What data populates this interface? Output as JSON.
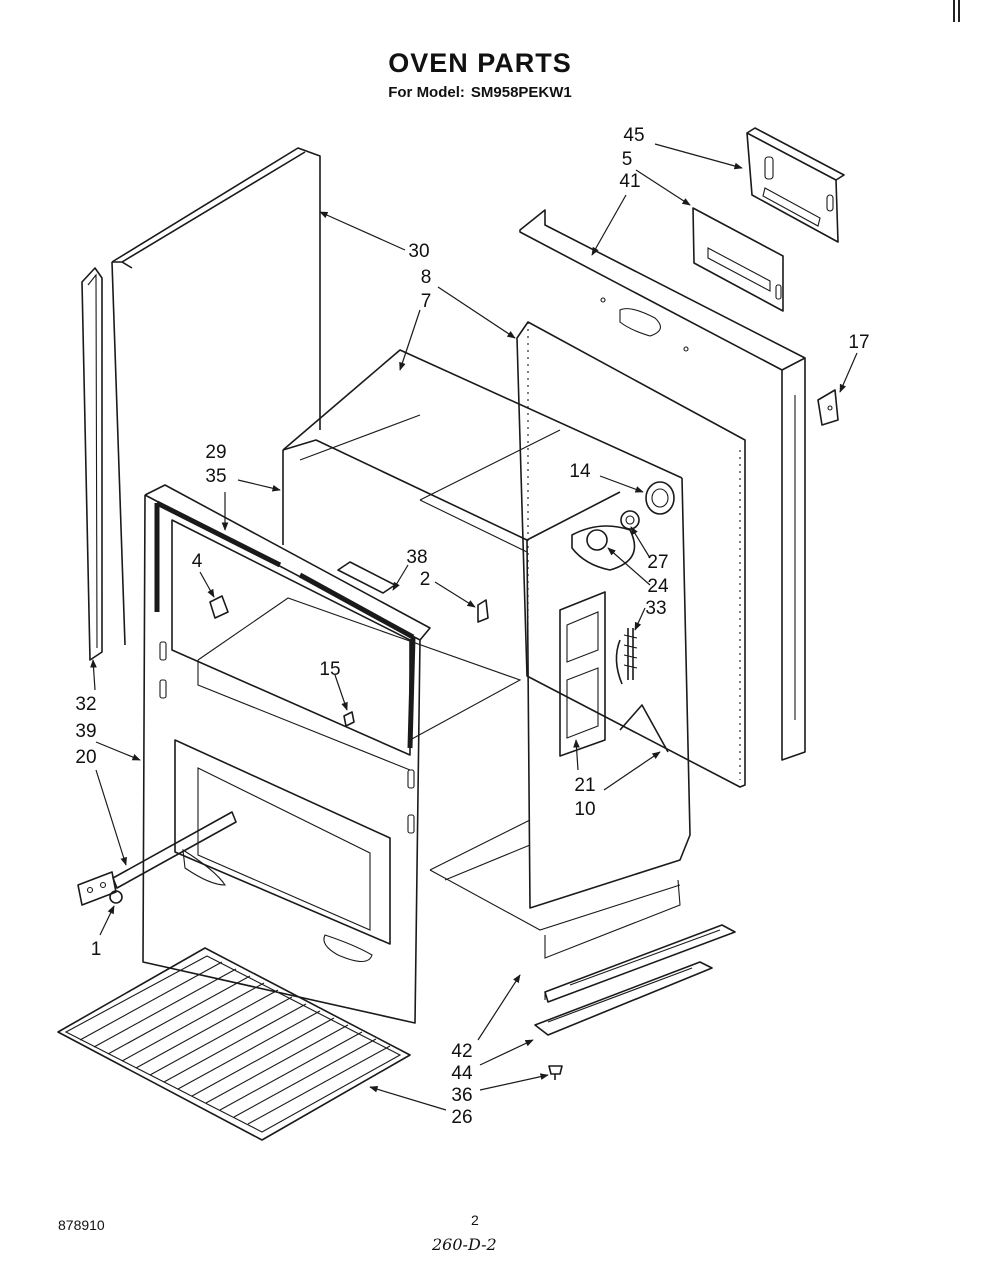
{
  "title": "OVEN PARTS",
  "subtitle": {
    "prefix": "For Model:",
    "model": "SM958PEKW1"
  },
  "callouts": [
    {
      "id": "c45",
      "text": "45"
    },
    {
      "id": "c5",
      "text": "5"
    },
    {
      "id": "c41",
      "text": "41"
    },
    {
      "id": "c30",
      "text": "30"
    },
    {
      "id": "c8",
      "text": "8"
    },
    {
      "id": "c7",
      "text": "7"
    },
    {
      "id": "c17",
      "text": "17"
    },
    {
      "id": "c29",
      "text": "29"
    },
    {
      "id": "c35",
      "text": "35"
    },
    {
      "id": "c14",
      "text": "14"
    },
    {
      "id": "c38",
      "text": "38"
    },
    {
      "id": "c4",
      "text": "4"
    },
    {
      "id": "c2",
      "text": "2"
    },
    {
      "id": "c27",
      "text": "27"
    },
    {
      "id": "c24",
      "text": "24"
    },
    {
      "id": "c33",
      "text": "33"
    },
    {
      "id": "c15",
      "text": "15"
    },
    {
      "id": "c32",
      "text": "32"
    },
    {
      "id": "c39",
      "text": "39"
    },
    {
      "id": "c20",
      "text": "20"
    },
    {
      "id": "c21",
      "text": "21"
    },
    {
      "id": "c10",
      "text": "10"
    },
    {
      "id": "c1",
      "text": "1"
    },
    {
      "id": "c42",
      "text": "42"
    },
    {
      "id": "c44",
      "text": "44"
    },
    {
      "id": "c36",
      "text": "36"
    },
    {
      "id": "c26",
      "text": "26"
    }
  ],
  "footer": {
    "catalog_number": "878910",
    "page_number": "2",
    "handwritten_code": "260-D-2"
  }
}
